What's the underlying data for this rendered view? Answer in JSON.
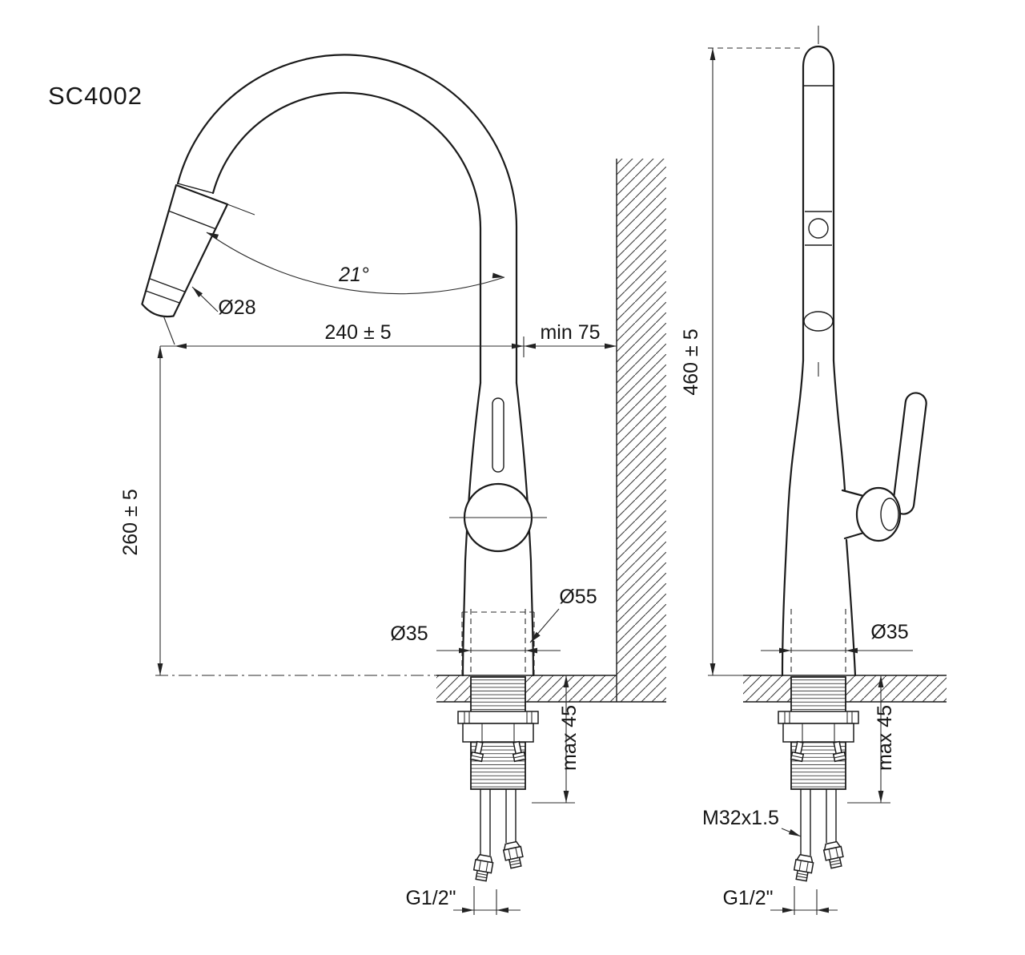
{
  "labels": {
    "model": "SC4002",
    "angle": "21°",
    "spout_diameter": "Ø28",
    "reach": "240 ± 5",
    "min_wall": "min 75",
    "spout_height": "260 ± 5",
    "base_diameter": "Ø55",
    "hole_diameter": "Ø35",
    "max_thickness": "max 45",
    "hose_thread": "G1/2\"",
    "total_height": "460 ± 5",
    "shank_thread": "M32x1.5"
  }
}
